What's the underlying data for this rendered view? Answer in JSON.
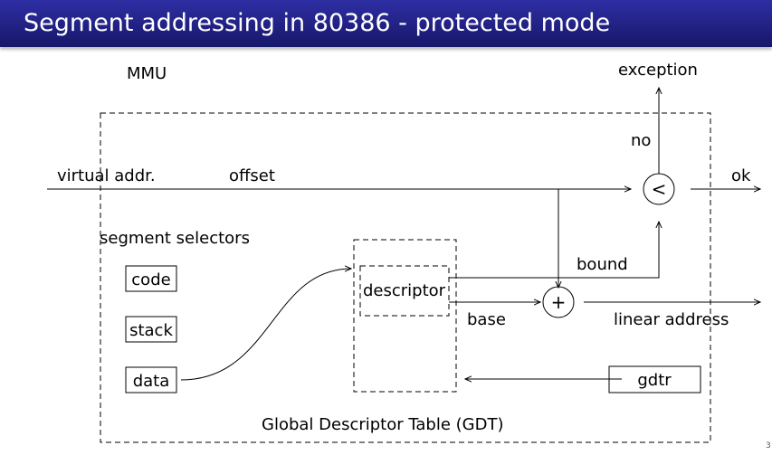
{
  "slide": {
    "title": "Segment addressing in 80386 - protected mode",
    "page_number": "3"
  },
  "diagram": {
    "mmu_label": "MMU",
    "exception_label": "exception",
    "no_label": "no",
    "virtual_addr_label": "virtual addr.",
    "offset_label": "offset",
    "ok_label": "ok",
    "compare_symbol": "<",
    "segment_selectors_label": "segment selectors",
    "selectors": [
      "code",
      "stack",
      "data"
    ],
    "bound_label": "bound",
    "descriptor_label": "descriptor",
    "plus_symbol": "+",
    "base_label": "base",
    "linear_address_label": "linear address",
    "gdtr_label": "gdtr",
    "gdt_label": "Global Descriptor Table (GDT)"
  }
}
